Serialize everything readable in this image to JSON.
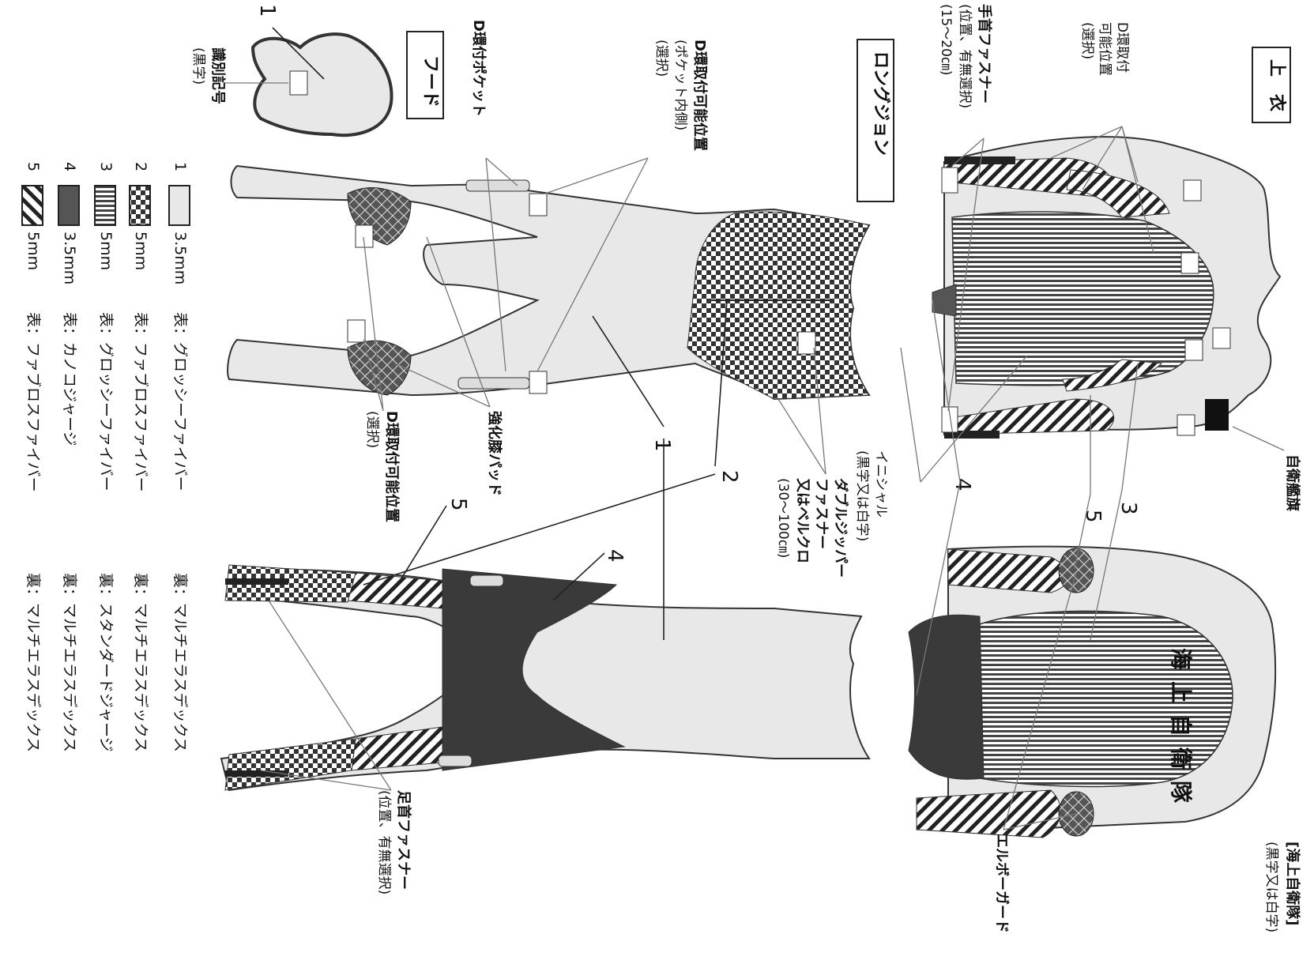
{
  "sections": {
    "jacket": "上　衣",
    "long_john": "ロングジョン",
    "hood": "フード"
  },
  "labels": {
    "d_ring_jacket": [
      "D環取付",
      "可能位置",
      "(選択)"
    ],
    "wrist_fastener": [
      "手首ファスナー",
      "(位置、有無選択)",
      "(15～20㎝)"
    ],
    "sdf_flag": "自衛艦旗",
    "jmsdf": [
      "[海上自衛隊]",
      "(黒字又は白字)"
    ],
    "elbow_guard": "エルボーガード",
    "initial": [
      "イニシャル",
      "(黒字又は白字)"
    ],
    "double_zipper": [
      "ダブルジッパー",
      "ファスナー",
      "又はベルクロ",
      "(30～100㎝)"
    ],
    "d_ring_pocket_inside": [
      "D環取付可能位置",
      "(ポケット内側)",
      "(選択)"
    ],
    "d_ring_pocket": "D環付ポケット",
    "knee_pad": "強化膝パッド",
    "d_ring_knee": [
      "D環取付可能位置",
      "(選択)"
    ],
    "ankle_fastener": [
      "足首ファスナー",
      "(位置、有無選択)"
    ],
    "id_mark": [
      "識別記号",
      "(黒字)"
    ],
    "back_text": "海上自衛隊"
  },
  "callouts": {
    "jacket_3": "3",
    "jacket_5": "5",
    "jacket_4": "4",
    "lj_1": "1",
    "lj_2": "2",
    "lj_5": "5",
    "lj_4": "4",
    "hood_1": "1"
  },
  "legend": [
    {
      "num": "1",
      "thickness": "3.5mm",
      "outer": "表：グロッシーファイバー",
      "inner": "裏：マルチエラスデックス",
      "pattern": "plain"
    },
    {
      "num": "2",
      "thickness": "5mm",
      "outer": "表：ファブロスファイバー",
      "inner": "裏：マルチエラスデックス",
      "pattern": "checker"
    },
    {
      "num": "3",
      "thickness": "5mm",
      "outer": "表：グロッシーファイバー",
      "inner": "裏：スタンダードジャージ",
      "pattern": "hstripe"
    },
    {
      "num": "4",
      "thickness": "3.5mm",
      "outer": "表：カノコジャージ",
      "inner": "裏：マルチエラスデックス",
      "pattern": "dark"
    },
    {
      "num": "5",
      "thickness": "5mm",
      "outer": "表：ファブロスファイバー",
      "inner": "裏：マルチエラスデックス",
      "pattern": "diag"
    }
  ],
  "colors": {
    "plain": "#e8e8e8",
    "dark": "#3a3a3a",
    "outline": "#333333"
  }
}
